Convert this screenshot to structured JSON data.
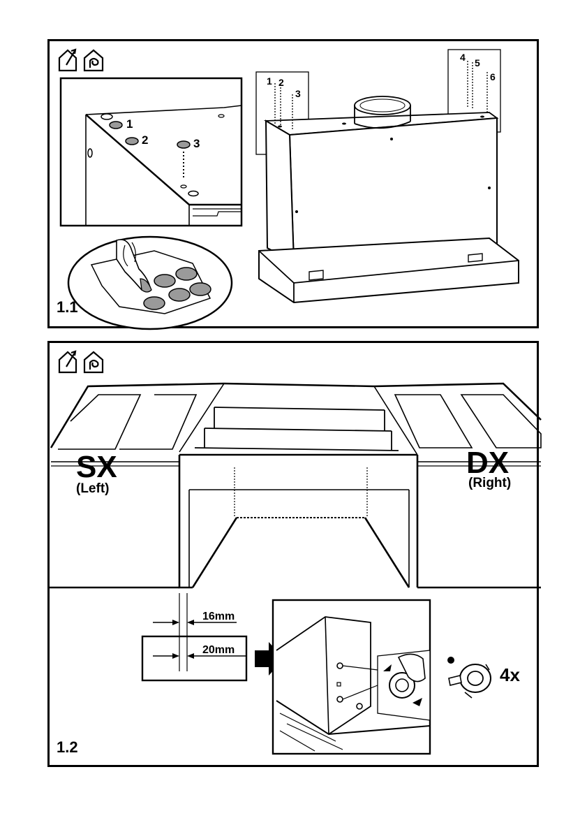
{
  "figure_1_1": {
    "label": "1.1",
    "detail_numbers": [
      "1",
      "2",
      "3"
    ],
    "hood_numbers": [
      "1",
      "2",
      "3",
      "4",
      "5",
      "6"
    ]
  },
  "figure_1_2": {
    "label": "1.2",
    "left_code": "SX",
    "left_caption": "(Left)",
    "right_code": "DX",
    "right_caption": "(Right)",
    "dim_top": "16mm",
    "dim_bottom": "20mm",
    "quantity": "4x"
  }
}
